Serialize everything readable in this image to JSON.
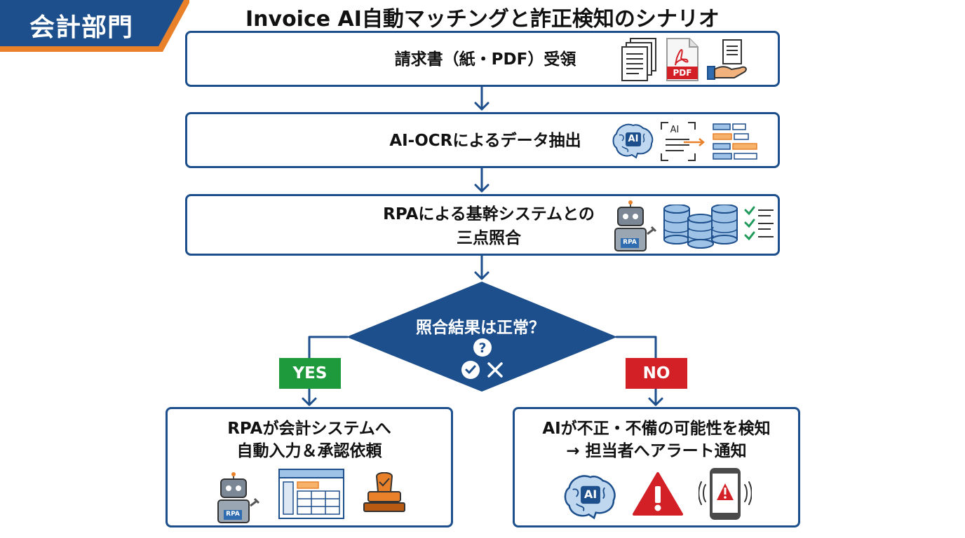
{
  "header": {
    "department": "会計部門",
    "title": "Invoice AI自動マッチングと詐正検知のシナリオ"
  },
  "steps": {
    "step1": "請求書（紙・PDF）受領",
    "step2": "AI-OCRによるデータ抽出",
    "step3_line1": "RPAによる基幹システムとの",
    "step3_line2": "三点照合"
  },
  "decision": {
    "question": "照合結果は正常？"
  },
  "branches": {
    "yes_label": "YES",
    "no_label": "NO",
    "yes_line1": "RPAが会計システムへ",
    "yes_line2": "自動入力＆承認依頼",
    "no_line1": "AIが不正・不備の可能性を検知",
    "no_line2": "→ 担当者へアラート通知"
  },
  "icon_labels": {
    "pdf": "PDF",
    "ai": "AI",
    "rpa": "RPA"
  },
  "colors": {
    "primary": "#1d4f8c",
    "accent_orange": "#e8812a",
    "yes_green": "#1e9a3c",
    "no_red": "#d32027",
    "check_green": "#1f9a5a"
  }
}
